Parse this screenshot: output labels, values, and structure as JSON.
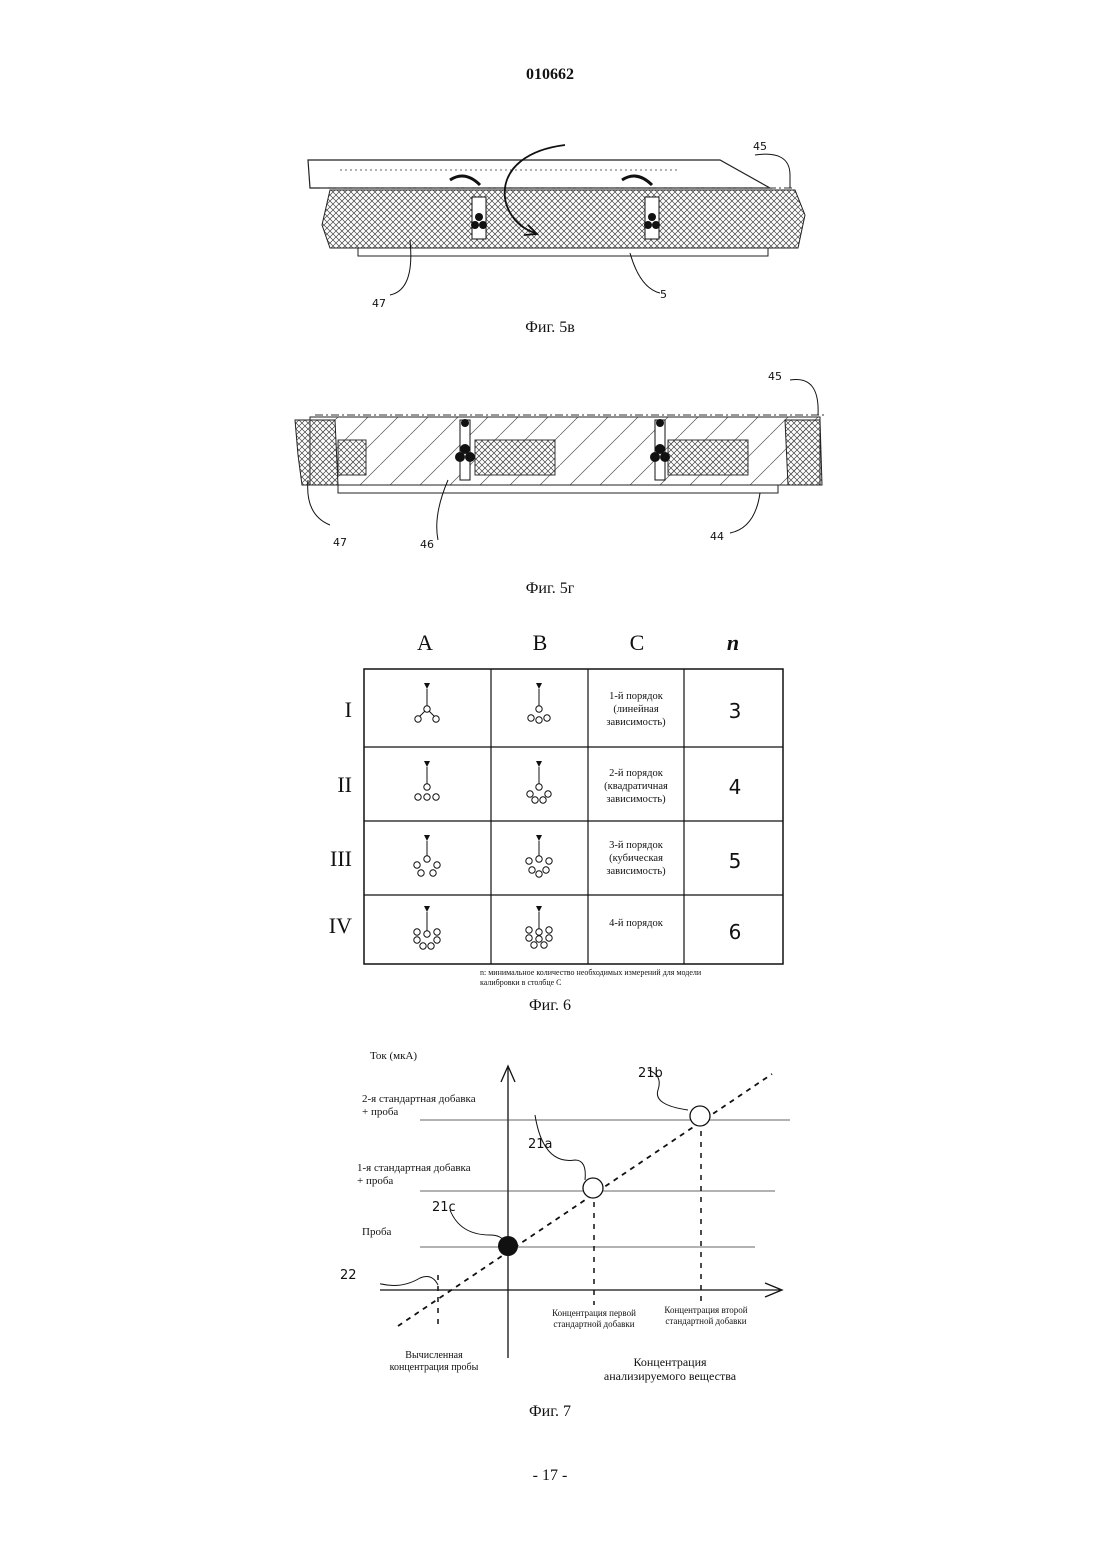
{
  "header": {
    "doc_number": "010662"
  },
  "fig5v": {
    "caption": "Фиг. 5в",
    "labels": {
      "l45": "45",
      "l47": "47",
      "l5": "5"
    }
  },
  "fig5g": {
    "caption": "Фиг. 5г",
    "labels": {
      "l45": "45",
      "l47": "47",
      "l46": "46",
      "l44": "44"
    }
  },
  "fig6": {
    "caption": "Фиг. 6",
    "columns": [
      "A",
      "B",
      "C",
      "n"
    ],
    "rows": [
      {
        "label": "I",
        "order_lines": [
          "1-й порядок",
          "(линейная",
          "зависимость)"
        ],
        "n": "3"
      },
      {
        "label": "II",
        "order_lines": [
          "2-й порядок",
          "(квадратичная",
          "зависимость)"
        ],
        "n": "4"
      },
      {
        "label": "III",
        "order_lines": [
          "3-й порядок",
          "(кубическая",
          "зависимость)"
        ],
        "n": "5"
      },
      {
        "label": "IV",
        "order_lines": [
          "4-й порядок",
          "",
          ""
        ],
        "n": "6"
      }
    ],
    "note_line1": "n: минимальное количество необходимых измерений для модели",
    "note_line2": "калибровки в столбце С"
  },
  "fig7": {
    "caption": "Фиг. 7",
    "y_axis_title": "Ток (мкА)",
    "level2_line1": "2-я стандартная добавка",
    "level2_line2": "+ проба",
    "level1_line1": "1-я стандартная добавка",
    "level1_line2": "+ проба",
    "level0": "Проба",
    "point_21a": "21a",
    "point_21b": "21b",
    "point_21c": "21c",
    "point_22": "22",
    "conc1_line1": "Концентрация первой",
    "conc1_line2": "стандартной добавки",
    "conc2_line1": "Концентрация второй",
    "conc2_line2": "стандартной добавки",
    "calc_line1": "Вычисленная",
    "calc_line2": "концентрация пробы",
    "x_axis_line1": "Концентрация",
    "x_axis_line2": "анализируемого вещества"
  },
  "footer": {
    "page_number": "- 17 -"
  }
}
